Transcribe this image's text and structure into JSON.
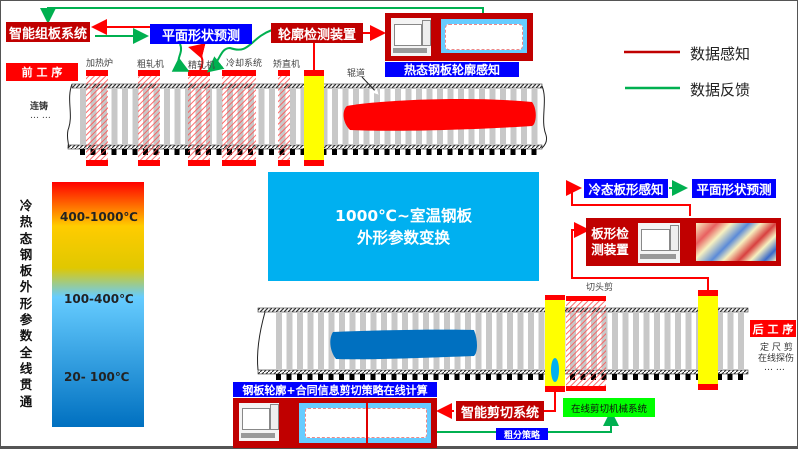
{
  "top": {
    "intelligent_plate_system": "智能组板系统",
    "plan_shape_prediction": "平面形状预测",
    "contour_detector": "轮廓检测装置",
    "hot_contour_perception": "热态钢板轮廓感知",
    "upstream_process": "前 工 序",
    "continuous_casting": "连铸",
    "ellipsis": "… …",
    "roller_table": "辊道",
    "equipment": [
      "加热炉",
      "粗轧机",
      "精轧机",
      "冷却系统",
      "矫直机"
    ]
  },
  "legend": {
    "items": [
      {
        "label": "数据感知",
        "color": "#c00000"
      },
      {
        "label": "数据反馈",
        "color": "#00b050"
      }
    ]
  },
  "gradient": {
    "vertical_title": [
      "冷",
      "热",
      "态",
      "钢",
      "板",
      "外",
      "形",
      "参",
      "数",
      "全",
      "线",
      "贯",
      "通"
    ],
    "bands": [
      "400-1000℃",
      "100-400℃",
      "20- 100℃"
    ],
    "colors": [
      "#ff0000",
      "#ffff00",
      "#66ccff",
      "#0070c0"
    ]
  },
  "center": {
    "line1": "1000℃~室温钢板",
    "line2": "外形参数变换",
    "color": "#00b0f0"
  },
  "right": {
    "cold_perception": "冷态板形感知",
    "plan_shape_prediction": "平面形状预测",
    "flatness_detector": "板形检测装置",
    "crop_shear": "切头剪",
    "downstream_process": "后 工 序",
    "downstream_items": [
      "定 尺 剪",
      "在线探伤",
      "… …"
    ]
  },
  "bottom": {
    "online_calc": "钢板轮廓+合同信息剪切策略在线计算",
    "intelligent_shear": "智能剪切系统",
    "mech_shear": "在线剪切机械系统",
    "strategy": "粗分策略"
  },
  "colors": {
    "sense": "#ff0000",
    "feedback": "#00b050",
    "hot_plate": "#ff0000",
    "cold_plate": "#0070c0",
    "detector": "#ffff00"
  }
}
